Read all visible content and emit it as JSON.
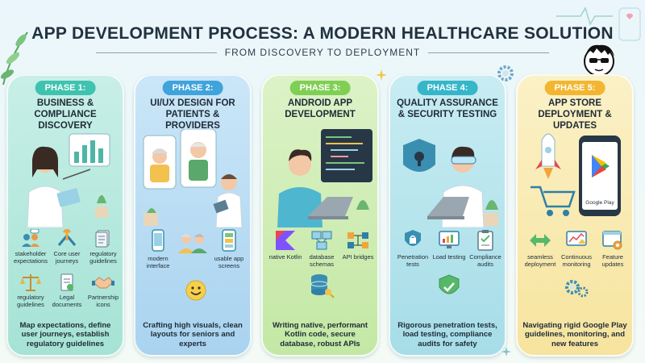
{
  "header": {
    "title": "APP DEVELOPMENT PROCESS: A MODERN HEALTHCARE SOLUTION",
    "subtitle": "FROM DISCOVERY TO DEPLOYMENT"
  },
  "colors": {
    "phase1": "#3fc3b0",
    "phase2": "#3fa3dc",
    "phase3": "#7fcf55",
    "phase4": "#35b6c9",
    "phase5": "#f2b630"
  },
  "phases": [
    {
      "badge": "PHASE 1:",
      "title": "BUSINESS & COMPLIANCE DISCOVERY",
      "icons": [
        {
          "label": "stakeholder expectations",
          "icon": "people-chat-icon"
        },
        {
          "label": "Core user journeys",
          "icon": "route-arrows-icon"
        },
        {
          "label": "regulatory guidelines",
          "icon": "document-stack-icon"
        },
        {
          "label": "regulatory guidelines",
          "icon": "scales-icon"
        },
        {
          "label": "Legal documents",
          "icon": "legal-doc-icon"
        },
        {
          "label": "Partnership icons",
          "icon": "handshake-icon"
        }
      ],
      "desc": "Map expectations, define user journeys, establish regulatory guidelines"
    },
    {
      "badge": "PHASE 2:",
      "title": "UI/UX DESIGN FOR PATIENTS & PROVIDERS",
      "icons": [
        {
          "label": "modern interface",
          "icon": "phone-icon"
        },
        {
          "label": "",
          "icon": "seniors-icon"
        },
        {
          "label": "usable app screens",
          "icon": "app-screen-icon"
        }
      ],
      "desc": "Crafting high visuals, clean layouts for seniors and experts"
    },
    {
      "badge": "PHASE 3:",
      "title": "ANDROID APP DEVELOPMENT",
      "icons": [
        {
          "label": "native Kotlin",
          "icon": "kotlin-icon"
        },
        {
          "label": "database schemas",
          "icon": "schema-icon"
        },
        {
          "label": "API bridges",
          "icon": "api-bridge-icon"
        }
      ],
      "desc": "Writing native, performant Kotlin code, secure database, robust APIs"
    },
    {
      "badge": "PHASE 4:",
      "title": "QUALITY ASSURANCE & SECURITY TESTING",
      "icons": [
        {
          "label": "Penetration tests",
          "icon": "shield-lock-icon"
        },
        {
          "label": "Load testing",
          "icon": "monitor-chart-icon"
        },
        {
          "label": "Compliance audits",
          "icon": "clipboard-check-icon"
        }
      ],
      "desc": "Rigorous penetration tests, load testing, compliance audits for safety"
    },
    {
      "badge": "PHASE 5:",
      "title": "APP STORE DEPLOYMENT & UPDATES",
      "icons": [
        {
          "label": "seamless deployment",
          "icon": "double-arrow-icon"
        },
        {
          "label": "Continuous monitoring",
          "icon": "monitoring-icon"
        },
        {
          "label": "Feature updates",
          "icon": "browser-gear-icon"
        }
      ],
      "desc": "Navigating rigid Google Play guidelines, monitoring, and new features"
    }
  ],
  "scene_labels": {
    "google_play": "Google Play"
  }
}
